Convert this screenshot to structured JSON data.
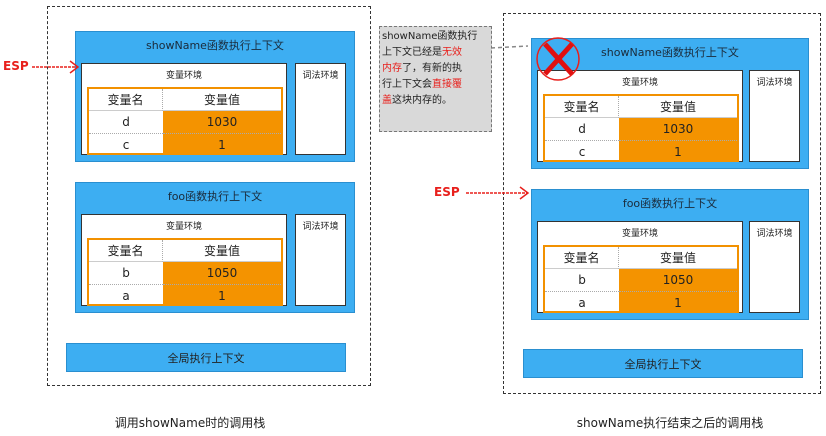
{
  "left": {
    "caption": "调用showName时的调用栈",
    "esp": "ESP",
    "contexts": [
      {
        "title": "showName函数执行上下文",
        "var_env": "变量环境",
        "lex_env": "词法环境",
        "headers": [
          "变量名",
          "变量值"
        ],
        "rows": [
          [
            "d",
            "1030"
          ],
          [
            "c",
            "1"
          ]
        ]
      },
      {
        "title": "foo函数执行上下文",
        "var_env": "变量环境",
        "lex_env": "词法环境",
        "headers": [
          "变量名",
          "变量值"
        ],
        "rows": [
          [
            "b",
            "1050"
          ],
          [
            "a",
            "1"
          ]
        ]
      }
    ],
    "global": "全局执行上下文"
  },
  "right": {
    "caption": "showName执行结束之后的调用栈",
    "esp": "ESP",
    "contexts": [
      {
        "title": "showName函数执行上下文",
        "var_env": "变量环境",
        "lex_env": "词法环境",
        "headers": [
          "变量名",
          "变量值"
        ],
        "rows": [
          [
            "d",
            "1030"
          ],
          [
            "c",
            "1"
          ]
        ]
      },
      {
        "title": "foo函数执行上下文",
        "var_env": "变量环境",
        "lex_env": "词法环境",
        "headers": [
          "变量名",
          "变量值"
        ],
        "rows": [
          [
            "b",
            "1050"
          ],
          [
            "a",
            "1"
          ]
        ]
      }
    ],
    "global": "全局执行上下文"
  },
  "note": {
    "lines": [
      [
        {
          "t": "showName函数执行",
          "red": false
        }
      ],
      [
        {
          "t": "上下文已经是",
          "red": false
        },
        {
          "t": "无效",
          "red": true
        }
      ],
      [
        {
          "t": "内存",
          "red": true
        },
        {
          "t": "了，有新的执",
          "red": false
        }
      ],
      [
        {
          "t": "行上下文会",
          "red": false
        },
        {
          "t": "直接覆",
          "red": true
        }
      ],
      [
        {
          "t": "盖",
          "red": true
        },
        {
          "t": "这块内存的。",
          "red": false
        }
      ]
    ]
  },
  "colors": {
    "context": "#3daef2",
    "value": "#f49300",
    "accent": "#e8201c"
  }
}
